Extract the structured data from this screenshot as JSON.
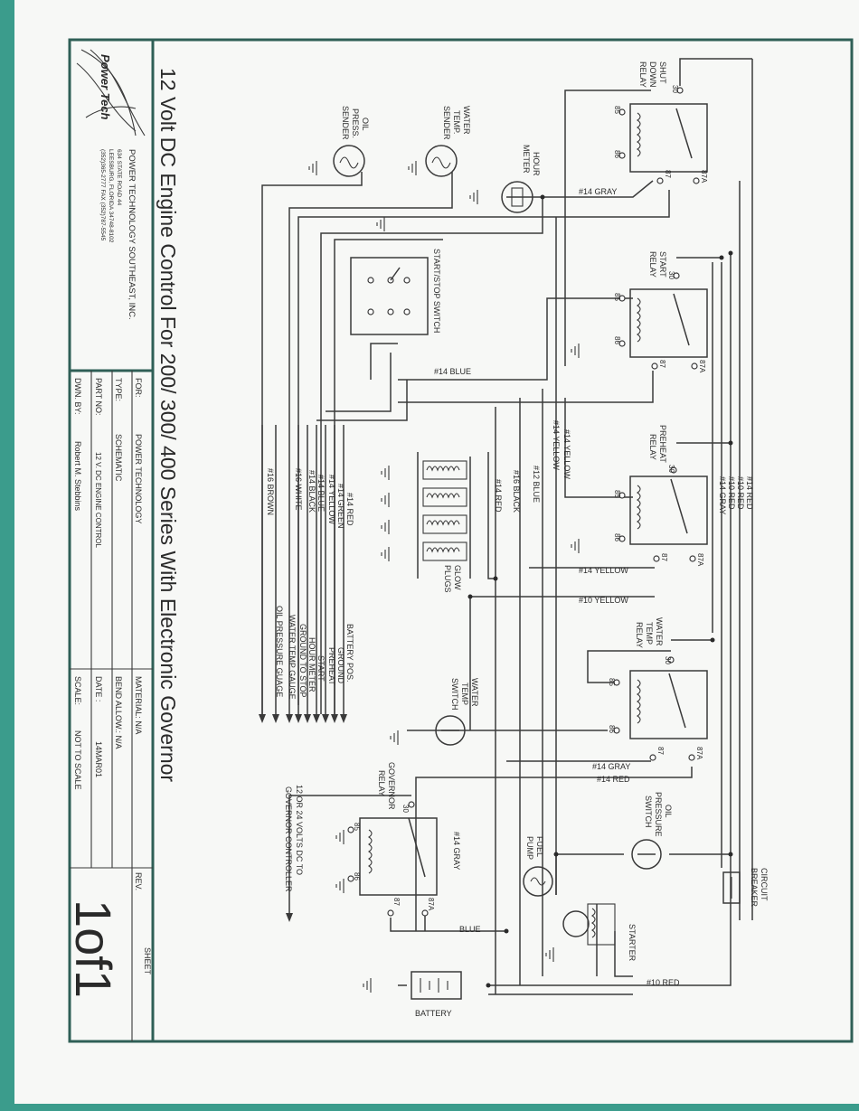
{
  "title": "12 Volt DC Engine Control For 200/ 300/ 400 Series With Electronic Governor",
  "title_block": {
    "logo_text": "Power Tech",
    "company": [
      "POWER TECHNOLOGY SOUTHEAST, INC.",
      "634 STATE ROAD 44",
      "LEESBURG, FLORIDA 34748-8102",
      "(352)365-2777  FAX (352)787-5545"
    ],
    "for_label": "FOR:",
    "for_value": "POWER TECHNOLOGY",
    "type_label": "TYPE:",
    "type_value": "SCHEMATIC",
    "part_label": "PART NO:",
    "part_value": "12 V. DC ENGINE CONTROL",
    "dwn_label": "DWN. BY:",
    "dwn_value": "Robert M. Stebbins",
    "material": "MATERIAL: N/A",
    "bend": "BEND ALLOW.:  N/A",
    "date_label": "DATE :",
    "date_value": "14MAR01",
    "scale_label": "SCALE:",
    "scale_value": "NOT TO SCALE",
    "rev_label": "REV.",
    "sheet_label": "SHEET",
    "sheet_value": "1of1"
  },
  "components": {
    "shutdown_relay": [
      "SHUT",
      "DOWN",
      "RELAY"
    ],
    "start_relay": [
      "START",
      "RELAY"
    ],
    "preheat_relay": [
      "PREHEAT",
      "RELAY"
    ],
    "water_temp_relay": [
      "WATER",
      "TEMP",
      "RELAY"
    ],
    "governor_relay": [
      "GOVERNOR",
      "RELAY"
    ],
    "hour_meter": [
      "HOUR",
      "METER"
    ],
    "water_temp_sender": [
      "WATER",
      "TEMP.",
      "SENDER"
    ],
    "oil_press_sender": [
      "OIL",
      "PRESS.",
      "SENDER"
    ],
    "start_stop_switch": "START/STOP SWITCH",
    "glow_plugs": [
      "GLOW",
      "PLUGS"
    ],
    "water_temp_switch": [
      "WATER",
      "TEMP",
      "SWITCH"
    ],
    "oil_pressure_switch": [
      "OIL",
      "PRESSURE",
      "SWITCH"
    ],
    "fuel_pump": [
      "FUEL",
      "PUMP"
    ],
    "starter": "STARTER",
    "circuit_breaker": [
      "CIRCUIT",
      "BREAKER"
    ],
    "battery": "BATTERY",
    "governor_note": [
      "12 OR 24 VOLTS DC TO",
      "GOVERNOR CONTROLLER"
    ]
  },
  "terminals": {
    "t30": "30",
    "t85": "85",
    "t86": "86",
    "t87": "87",
    "t87a": "87A"
  },
  "wires": {
    "gray14": "#14 GRAY",
    "blue14": "#14 BLUE",
    "yellow14": "#14 YELLOW",
    "yellow10": "#10 YELLOW",
    "red14": "#14 RED",
    "red10": "#10 RED",
    "blue12": "#12 BLUE",
    "black16": "#16 BLACK",
    "blue": "BLUE"
  },
  "harness": {
    "wires": [
      "#14 RED",
      "#14 GREEN",
      "#14 YELLOW",
      "#14 BLUE",
      "#14 BLACK",
      "#16 WHITE",
      "#16 BROWN"
    ],
    "outputs": [
      "BATTERY POS.",
      "GROUND",
      "PREHEAT",
      "START",
      "HOUR METER",
      "GROUND TO STOP",
      "WATER TEMP GAUGE",
      "OIL PRESSURE GUAGE"
    ]
  },
  "right_bus": [
    "#14 RED",
    "#10 RED",
    "#10 RED",
    "#14 GRAY"
  ],
  "colors": {
    "frame": "#2f5f56",
    "band": "#3b9c8c",
    "wire": "#3a3a3a",
    "paper": "#f7f8f6"
  }
}
